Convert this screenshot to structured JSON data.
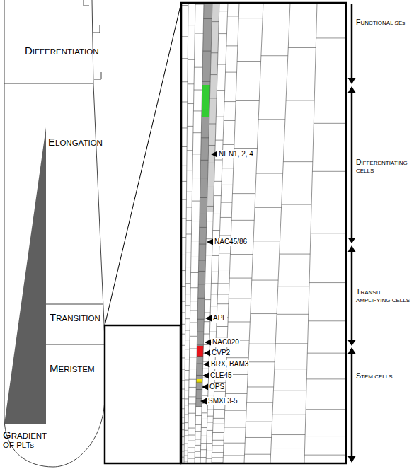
{
  "diagram": {
    "labels": [
      "DIFFERENTIATION",
      "FUNCTIONAL SEs",
      "NEN1, 2, 4",
      "ELONGATION",
      "DIFFERENTIATING CELLS",
      "NAC45/86",
      "TRANSIT AMPLIFYING CELLS",
      "TRANSITION",
      "APL",
      "NAC020",
      "CVP2",
      "BRX, BAM3",
      "MERISTEM",
      "STEM CELLS",
      "CLE45",
      "OPS",
      "SMXL3-5",
      "GRADIENT OF PLTs"
    ]
  }
}
